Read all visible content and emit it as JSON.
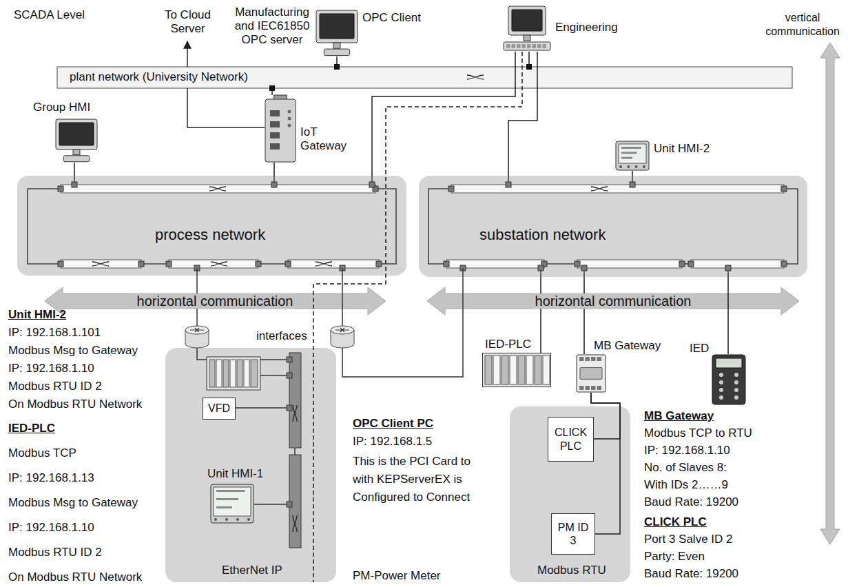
{
  "diagram": {
    "nodes": [
      {
        "text": [
          "plant network (University Network)"
        ]
      },
      {
        "text": [
          "OPC Client"
        ]
      },
      {
        "text": [
          "Engineering"
        ]
      },
      {
        "text": [
          "Group HMI"
        ]
      },
      {
        "text": [
          "IoT Gateway"
        ]
      },
      {
        "text": [
          "process network"
        ]
      },
      {
        "text": [
          "substation network"
        ]
      },
      {
        "text": [
          "Unit HMI-2"
        ]
      },
      {
        "text": [
          "EtherNet IP"
        ]
      },
      {
        "text": [
          "VFD"
        ],
        "in": 8
      },
      {
        "text": [
          "Unit HMI-1"
        ],
        "in": 8
      },
      {
        "text": [
          "IED-PLC"
        ]
      },
      {
        "text": [
          "MB Gateway"
        ]
      },
      {
        "text": [
          "IED"
        ]
      },
      {
        "text": [
          "Modbus RTU"
        ]
      },
      {
        "text": [
          "CLICK PLC"
        ],
        "in": 14
      },
      {
        "text": [
          "PM ID 3"
        ],
        "in": 14
      }
    ],
    "edges": [
      {
        "from": 1,
        "to": 0,
        "arrow": "none"
      },
      {
        "from": 2,
        "to": 0,
        "arrow": "none"
      },
      {
        "from": 2,
        "to": 5,
        "arrow": "none"
      },
      {
        "from": 2,
        "to": 6,
        "arrow": "none"
      },
      {
        "from": 2,
        "to": 8,
        "arrow": "none"
      },
      {
        "from": 4,
        "to": 0,
        "arrow": "none"
      },
      {
        "from": 3,
        "to": 5,
        "arrow": "none"
      },
      {
        "from": 4,
        "to": 5,
        "arrow": "none"
      },
      {
        "from": 7,
        "to": 6,
        "arrow": "none"
      },
      {
        "from": 11,
        "to": 6,
        "arrow": "none"
      },
      {
        "from": 12,
        "to": 6,
        "arrow": "none"
      },
      {
        "from": 13,
        "to": 6,
        "arrow": "none"
      },
      {
        "from": 12,
        "to": 15,
        "arrow": "none"
      },
      {
        "from": 12,
        "to": 16,
        "arrow": "none"
      }
    ],
    "labels": [
      "SCADA Level",
      "To Cloud Server",
      "Manufacturing and IEC61850 OPC server",
      "vertical communication",
      "horizontal communication",
      "horizontal communication",
      "interfaces",
      "Unit HMI-2",
      "IP: 192.168.1.101",
      "Modbus Msg to Gateway",
      "IP: 192.168.1.10",
      "Modbus RTU ID 2",
      "On Modbus RTU Network",
      "IED-PLC",
      "Modbus TCP",
      "IP: 192.168.1.13",
      "Modbus Msg to Gateway",
      "IP: 192.168.1.10",
      "Modbus RTU ID 2",
      "On Modbus RTU Network",
      "OPC Client PC",
      "IP: 192.168.1.5",
      "This is the PCI Card to with KEPServerEX is Configured to Connect",
      "PM-Power Meter",
      "MB Gateway",
      "Modbus TCP to RTU",
      "IP: 192.168.1.10",
      "No. of Slaves 8:",
      "With IDs 2……9",
      "Baud Rate: 19200",
      "CLICK PLC",
      "Port 3 Salve ID 2",
      "Party: Even",
      "Baud Rate: 19200"
    ]
  }
}
